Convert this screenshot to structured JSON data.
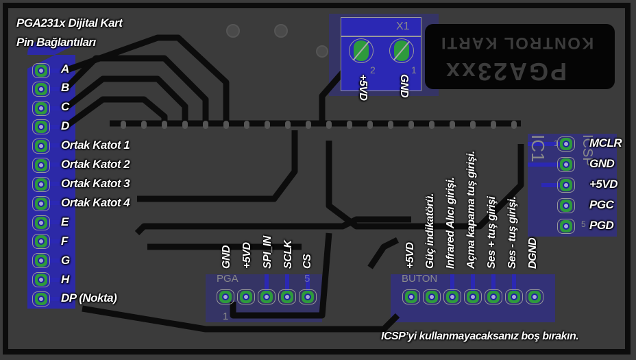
{
  "title": [
    "PGA231x Dijital Kart",
    "Pin Bağlantıları"
  ],
  "left_header": {
    "pins": [
      "A",
      "B",
      "C",
      "D",
      "Ortak Katot 1",
      "Ortak Katot 2",
      "Ortak Katot 3",
      "Ortak Katot 4",
      "E",
      "F",
      "G",
      "H",
      "DP (Nokta)"
    ]
  },
  "power_connector": {
    "ref": "X1",
    "pin_numbers": [
      "2",
      "1"
    ],
    "labels": [
      "+5VD",
      "GND"
    ]
  },
  "board_silkscreen": {
    "line1": "KONTROL KARTI",
    "line2": "PGA23xx",
    "ic_ref": "IC1",
    "icsp_ref": "ICSP"
  },
  "icsp_header": {
    "pins": [
      "MCLR",
      "GND",
      "+5VD",
      "PGC",
      "PGD"
    ],
    "pin1": "1",
    "pin5": "5"
  },
  "pga_header": {
    "ref": "PGA",
    "first": "1",
    "last": "5",
    "pins": [
      "GND",
      "+5VD",
      "SPI_IN",
      "SCLK",
      "CS"
    ]
  },
  "buton_header": {
    "ref": "BUTON",
    "pins": [
      "+5VD",
      "Güç indikatörü.",
      "Infrared Alıcı girişi.",
      "Açma kapama tuş girişi.",
      "Ses + tuş girişi",
      "Ses - tuş girişi.",
      "DGND"
    ]
  },
  "note": "ICSP’yi kullanmayacaksanız boş bırakın.",
  "colors": {
    "board": "#3b3b3b",
    "copper_bottom": "#2b28b4",
    "pad": "#2e9a3c",
    "trace": "#0c0c0c"
  }
}
